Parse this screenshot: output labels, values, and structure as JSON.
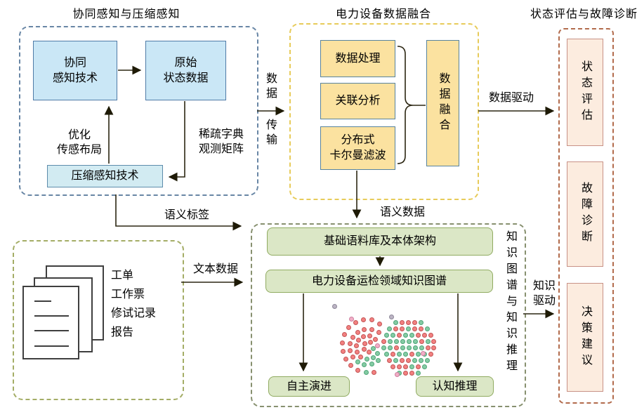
{
  "titles": {
    "sensing": "协同感知与压缩感知",
    "fusion": "电力设备数据融合",
    "assessment": "状态评估与故障诊断"
  },
  "sensing": {
    "collab_l1": "协同",
    "collab_l2": "感知技术",
    "raw_l1": "原始",
    "raw_l2": "状态数据",
    "compress": "压缩感知技术",
    "optimize_l1": "优化",
    "optimize_l2": "传感布局",
    "sparse_l1": "稀疏字典",
    "sparse_l2": "观测矩阵"
  },
  "fusion": {
    "process": "数据处理",
    "correlation": "关联分析",
    "kalman_l1": "分布式",
    "kalman_l2": "卡尔曼滤波",
    "merge": "数据融合"
  },
  "assessment": {
    "state": "状态评估",
    "fault": "故障诊断",
    "decision": "决策建议"
  },
  "documents": {
    "items": [
      "工单",
      "工作票",
      "修试记录",
      "报告"
    ]
  },
  "knowledge": {
    "corpus": "基础语料库及本体架构",
    "kg": "电力设备运检领域知识图谱",
    "evolve": "自主演进",
    "reason": "认知推理",
    "side_title": "知识图谱与知识推理"
  },
  "edges": {
    "transfer_l1": "数据",
    "transfer_l2": "传输",
    "data_driven": "数据驱动",
    "semantic_tag": "语义标签",
    "semantic_data": "语义数据",
    "text_data": "文本数据",
    "knowledge_driven": "知识驱动"
  },
  "colors": {
    "blue_fill": "#cae7f6",
    "blue_border": "#4f7ba7",
    "yellow_fill": "#fbe2a0",
    "yellow_border": "#57839e",
    "pink_fill": "#fcecdf",
    "pink_border": "#c89186",
    "green_fill": "#dbe7c6",
    "green_border": "#90ab61",
    "dash_sensing": "#6886a5",
    "dash_fusion": "#e7cb5a",
    "dash_assessment": "#b26b4c",
    "dash_documents": "#a4ad66",
    "dash_knowledge": "#87906f",
    "wire": "#2b2612",
    "dot_red": "#f28080",
    "dot_green": "#84cba4",
    "dot_pink": "#f2aec6",
    "dot_gray": "#bcb4c4"
  },
  "graph_dots": [
    [
      537,
      458,
      0
    ],
    [
      526,
      452,
      0
    ],
    [
      514,
      452,
      0
    ],
    [
      503,
      456,
      0
    ],
    [
      493,
      463,
      0
    ],
    [
      487,
      473,
      0
    ],
    [
      484,
      485,
      0
    ],
    [
      485,
      497,
      0
    ],
    [
      489,
      508,
      0
    ],
    [
      496,
      517,
      0
    ],
    [
      506,
      524,
      0
    ],
    [
      518,
      527,
      1
    ],
    [
      529,
      527,
      0
    ],
    [
      536,
      470,
      0
    ],
    [
      526,
      466,
      0
    ],
    [
      515,
      466,
      0
    ],
    [
      506,
      470,
      0
    ],
    [
      499,
      477,
      0
    ],
    [
      495,
      486,
      0
    ],
    [
      495,
      496,
      0
    ],
    [
      499,
      505,
      0
    ],
    [
      506,
      512,
      1
    ],
    [
      515,
      516,
      1
    ],
    [
      526,
      515,
      1
    ],
    [
      535,
      510,
      1
    ],
    [
      531,
      480,
      0
    ],
    [
      523,
      475,
      0
    ],
    [
      514,
      476,
      0
    ],
    [
      507,
      481,
      0
    ],
    [
      504,
      489,
      0
    ],
    [
      505,
      498,
      0
    ],
    [
      510,
      505,
      0
    ],
    [
      519,
      508,
      1
    ],
    [
      528,
      506,
      1
    ],
    [
      534,
      500,
      1
    ],
    [
      524,
      484,
      0
    ],
    [
      516,
      486,
      0
    ],
    [
      515,
      494,
      0
    ],
    [
      522,
      498,
      0
    ],
    [
      528,
      493,
      1
    ],
    [
      560,
      456,
      1
    ],
    [
      569,
      456,
      0
    ],
    [
      578,
      456,
      0
    ],
    [
      587,
      456,
      0
    ],
    [
      596,
      456,
      1
    ],
    [
      551,
      465,
      1
    ],
    [
      560,
      465,
      0
    ],
    [
      569,
      465,
      0
    ],
    [
      578,
      465,
      1
    ],
    [
      587,
      465,
      0
    ],
    [
      596,
      465,
      0
    ],
    [
      605,
      465,
      1
    ],
    [
      547,
      474,
      1
    ],
    [
      556,
      474,
      1
    ],
    [
      565,
      474,
      0
    ],
    [
      574,
      474,
      1
    ],
    [
      583,
      474,
      1
    ],
    [
      592,
      474,
      0
    ],
    [
      601,
      474,
      0
    ],
    [
      610,
      474,
      0
    ],
    [
      543,
      483,
      0
    ],
    [
      552,
      483,
      1
    ],
    [
      561,
      483,
      1
    ],
    [
      570,
      483,
      1
    ],
    [
      579,
      483,
      1
    ],
    [
      588,
      483,
      1
    ],
    [
      597,
      483,
      0
    ],
    [
      606,
      483,
      1
    ],
    [
      614,
      483,
      0
    ],
    [
      543,
      492,
      1
    ],
    [
      552,
      492,
      1
    ],
    [
      561,
      492,
      0
    ],
    [
      570,
      492,
      1
    ],
    [
      579,
      492,
      1
    ],
    [
      588,
      492,
      1
    ],
    [
      597,
      492,
      1
    ],
    [
      606,
      492,
      0
    ],
    [
      614,
      492,
      0
    ],
    [
      547,
      501,
      1
    ],
    [
      556,
      501,
      0
    ],
    [
      565,
      501,
      1
    ],
    [
      574,
      501,
      1
    ],
    [
      583,
      501,
      0
    ],
    [
      592,
      501,
      1
    ],
    [
      601,
      501,
      1
    ],
    [
      610,
      501,
      0
    ],
    [
      551,
      510,
      0
    ],
    [
      560,
      510,
      1
    ],
    [
      569,
      510,
      0
    ],
    [
      578,
      510,
      0
    ],
    [
      587,
      510,
      1
    ],
    [
      596,
      510,
      1
    ],
    [
      605,
      510,
      1
    ],
    [
      556,
      519,
      0
    ],
    [
      565,
      519,
      0
    ],
    [
      574,
      519,
      0
    ],
    [
      583,
      519,
      1
    ],
    [
      592,
      519,
      0
    ],
    [
      601,
      519,
      1
    ],
    [
      565,
      528,
      1
    ],
    [
      574,
      528,
      0
    ],
    [
      583,
      528,
      0
    ],
    [
      592,
      528,
      1
    ],
    [
      473,
      433,
      3
    ],
    [
      554,
      448,
      3
    ],
    [
      497,
      451,
      2
    ],
    [
      534,
      489,
      2
    ],
    [
      599,
      500,
      2
    ],
    [
      562,
      530,
      2
    ]
  ]
}
